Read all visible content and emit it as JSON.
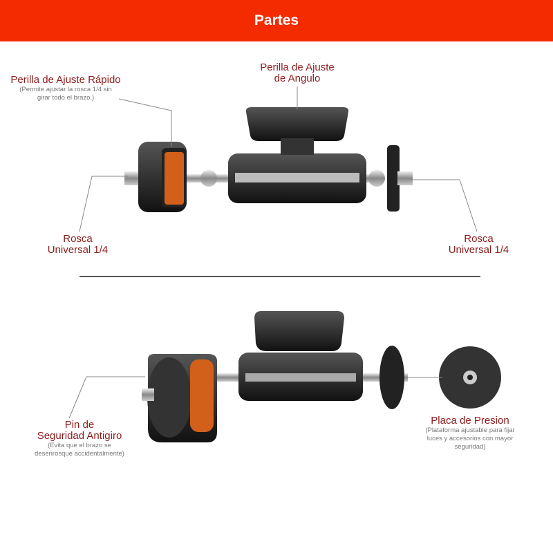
{
  "header": {
    "title": "Partes"
  },
  "labels": {
    "quick_knob": {
      "title": "Perilla de Ajuste Rápido",
      "note_1": "(Permite ajustar la rosca 1/4 sin",
      "note_2": "girar todo el brazo.)"
    },
    "angle_knob": {
      "line_1": "Perilla de Ajuste",
      "line_2": "de Angulo"
    },
    "thread_left": {
      "line_1": "Rosca",
      "line_2": "Universal 1/4"
    },
    "thread_right": {
      "line_1": "Rosca",
      "line_2": "Universal 1/4"
    },
    "pin": {
      "line_1": "Pin de",
      "line_2": "Seguridad Antigiro",
      "note_1": "(Evita que el brazo se",
      "note_2": "desenrosque accidentalmente)"
    },
    "plate": {
      "title": "Placa de Presion",
      "note_1": "(Plataforma ajustable para fijar",
      "note_2": "luces y accesorios con mayor",
      "note_3": "seguridad)"
    }
  },
  "colors": {
    "header": "#f52b00",
    "label": "#8e1b1b",
    "accent_orange": "#d2601a"
  }
}
